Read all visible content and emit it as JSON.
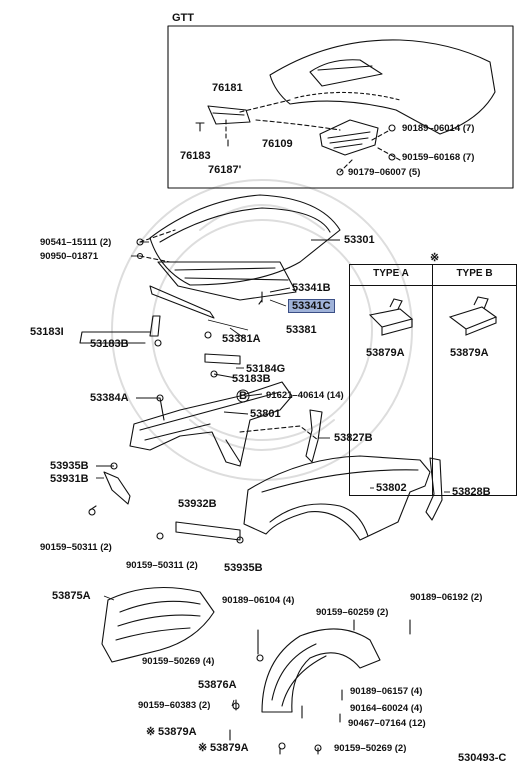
{
  "diagram_id": "530493-C",
  "gtt_label": "GTT",
  "asterisk": "※",
  "circle_b": "B",
  "types": {
    "a_title": "TYPE  A",
    "b_title": "TYPE  B",
    "a_part": "53879A",
    "b_part": "53879A"
  },
  "callouts": {
    "p76181": "76181",
    "p76183": "76183",
    "p76187": "76187'",
    "p76109": "76109",
    "p90189_06014": "90189–06014 (7)",
    "p90159_60168": "90159–60168 (7)",
    "p90179_06007": "90179–06007 (5)",
    "p90541_15111": "90541–15111 (2)",
    "p53301": "53301",
    "p90950_01871": "90950–01871",
    "p53341b": "53341B",
    "p53341c": "53341C",
    "p53183i": "53183I",
    "p53381": "53381",
    "p53183b_1": "53183B",
    "p53381a": "53381A",
    "p53184g": "53184G",
    "p53183b_2": "53183B",
    "p53384a": "53384A",
    "p91621_40614": "91621–40614 (14)",
    "p53801": "53801",
    "p53827b": "53827B",
    "p53935b_1": "53935B",
    "p53931b": "53931B",
    "p53802": "53802",
    "p53828b": "53828B",
    "p53932b": "53932B",
    "p90159_50311_a": "90159–50311 (2)",
    "p90159_50311_b": "90159–50311 (2)",
    "p53935b_2": "53935B",
    "p53875a": "53875A",
    "p90189_06104": "90189–06104 (4)",
    "p90189_06192": "90189–06192 (2)",
    "p90159_60259": "90159–60259 (2)",
    "p90159_50269_a": "90159–50269 (4)",
    "p53876a": "53876A",
    "p90189_06157": "90189–06157 (4)",
    "p90159_60383": "90159–60383 (2)",
    "p90164_60024": "90164–60024 (4)",
    "p53879a_1": "53879A",
    "p90467_07164": "90467–07164 (12)",
    "p53879a_2": "53879A",
    "p90159_50269_b": "90159–50269 (2)"
  }
}
